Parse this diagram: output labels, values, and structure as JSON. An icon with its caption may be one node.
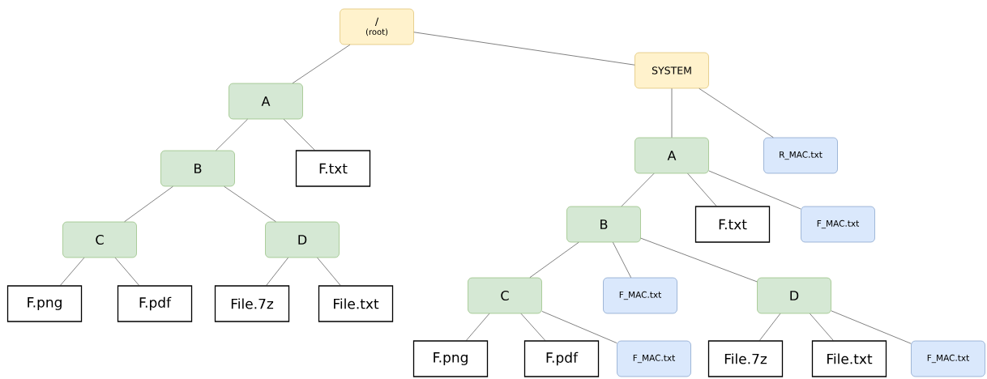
{
  "diagram": {
    "nodes": [
      {
        "text": [
          "/",
          "(root)"
        ]
      },
      {
        "text": [
          "A"
        ]
      },
      {
        "text": [
          "B"
        ]
      },
      {
        "text": [
          "F.txt"
        ]
      },
      {
        "text": [
          "C"
        ]
      },
      {
        "text": [
          "D"
        ]
      },
      {
        "text": [
          "F.png"
        ]
      },
      {
        "text": [
          "F.pdf"
        ]
      },
      {
        "text": [
          "File.7z"
        ]
      },
      {
        "text": [
          "File.txt"
        ]
      },
      {
        "text": [
          "SYSTEM"
        ]
      },
      {
        "text": [
          "A"
        ]
      },
      {
        "text": [
          "R_MAC.txt"
        ]
      },
      {
        "text": [
          "B"
        ]
      },
      {
        "text": [
          "F.txt"
        ]
      },
      {
        "text": [
          "F_MAC.txt"
        ]
      },
      {
        "text": [
          "C"
        ]
      },
      {
        "text": [
          "F_MAC.txt"
        ]
      },
      {
        "text": [
          "D"
        ]
      },
      {
        "text": [
          "F.png"
        ]
      },
      {
        "text": [
          "F.pdf"
        ]
      },
      {
        "text": [
          "F_MAC.txt"
        ]
      },
      {
        "text": [
          "File.7z"
        ]
      },
      {
        "text": [
          "File.txt"
        ]
      },
      {
        "text": [
          "F_MAC.txt"
        ]
      }
    ],
    "edges": [
      {
        "from": 0,
        "to": 1,
        "arrow": "none"
      },
      {
        "from": 0,
        "to": 10,
        "arrow": "none"
      },
      {
        "from": 1,
        "to": 2,
        "arrow": "none"
      },
      {
        "from": 1,
        "to": 3,
        "arrow": "none"
      },
      {
        "from": 2,
        "to": 4,
        "arrow": "none"
      },
      {
        "from": 2,
        "to": 5,
        "arrow": "none"
      },
      {
        "from": 4,
        "to": 6,
        "arrow": "none"
      },
      {
        "from": 4,
        "to": 7,
        "arrow": "none"
      },
      {
        "from": 5,
        "to": 8,
        "arrow": "none"
      },
      {
        "from": 5,
        "to": 9,
        "arrow": "none"
      },
      {
        "from": 10,
        "to": 11,
        "arrow": "none"
      },
      {
        "from": 10,
        "to": 12,
        "arrow": "none"
      },
      {
        "from": 11,
        "to": 13,
        "arrow": "none"
      },
      {
        "from": 11,
        "to": 14,
        "arrow": "none"
      },
      {
        "from": 11,
        "to": 15,
        "arrow": "none"
      },
      {
        "from": 13,
        "to": 16,
        "arrow": "none"
      },
      {
        "from": 13,
        "to": 17,
        "arrow": "none"
      },
      {
        "from": 13,
        "to": 18,
        "arrow": "none"
      },
      {
        "from": 16,
        "to": 19,
        "arrow": "none"
      },
      {
        "from": 16,
        "to": 20,
        "arrow": "none"
      },
      {
        "from": 16,
        "to": 21,
        "arrow": "none"
      },
      {
        "from": 18,
        "to": 22,
        "arrow": "none"
      },
      {
        "from": 18,
        "to": 23,
        "arrow": "none"
      },
      {
        "from": 18,
        "to": 24,
        "arrow": "none"
      }
    ]
  }
}
